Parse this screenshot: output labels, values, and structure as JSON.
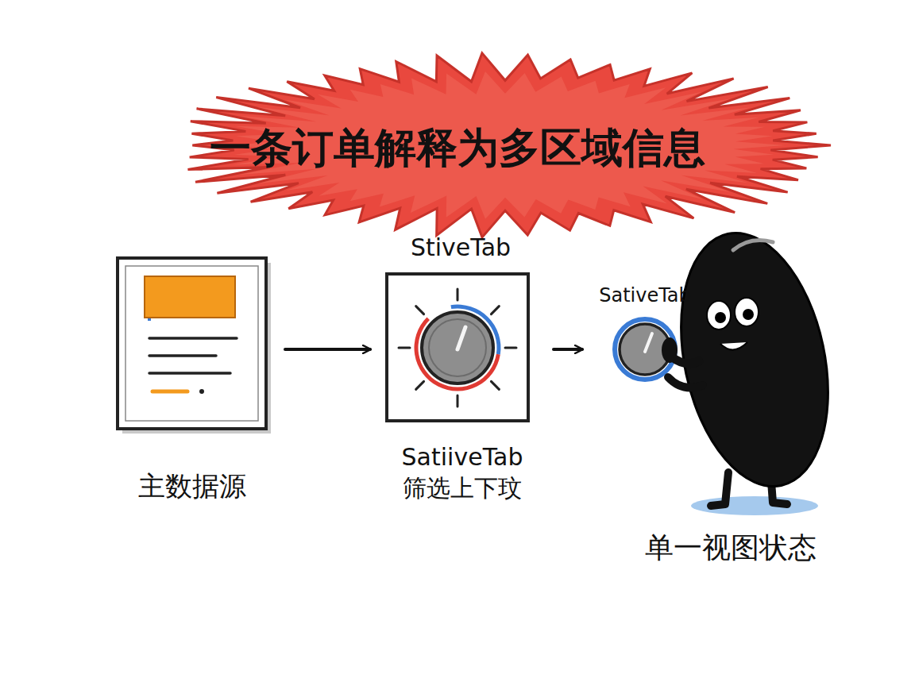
{
  "diagram": {
    "title": "一条订单解释为多区域信息",
    "nodes": [
      {
        "text": [
          "主数据源"
        ]
      },
      {
        "text": [
          "StiveTab",
          "SatiiveTab 筛选上下玟"
        ]
      },
      {
        "text": [
          "SativeTab",
          "单一视图状态"
        ]
      }
    ],
    "edges": [
      {
        "from": 0,
        "to": 1,
        "arrow": "to"
      },
      {
        "from": 1,
        "to": 2,
        "arrow": "to"
      }
    ]
  }
}
